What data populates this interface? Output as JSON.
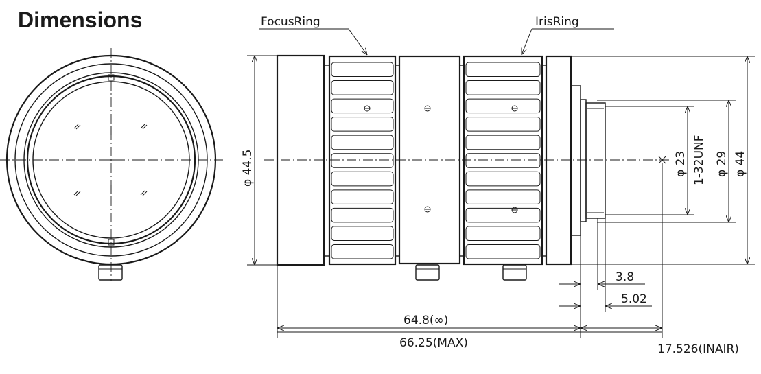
{
  "title": "Dimensions",
  "callouts": {
    "focus_ring": "FocusRing",
    "iris_ring": "IrisRing"
  },
  "dimensions": {
    "front_diameter": "φ 44.5",
    "inner_23": "φ 23",
    "mount_thread": "1-32UNF",
    "inner_29": "φ 29",
    "outer_44": "φ 44",
    "mount_3_8": "3.8",
    "mount_5_02": "5.02",
    "length_inf": "64.8(∞)",
    "length_max": "66.25(MAX)",
    "flange_back": "17.526(INAIR)"
  }
}
